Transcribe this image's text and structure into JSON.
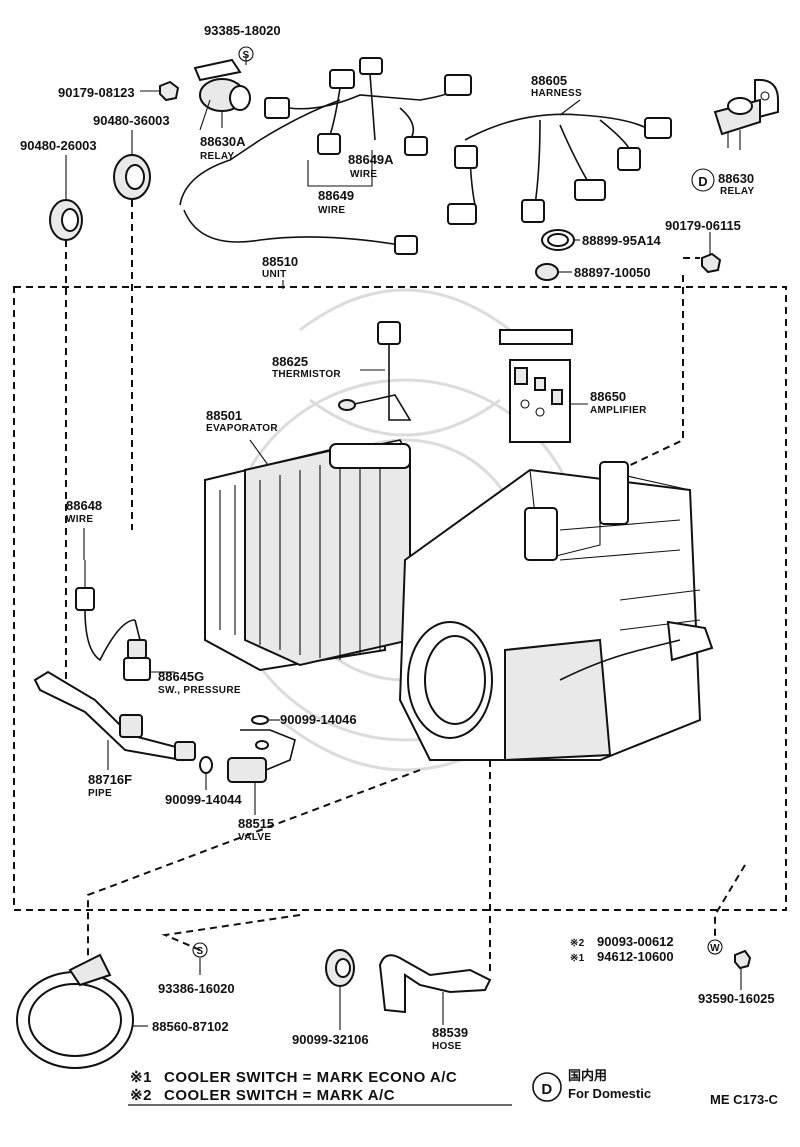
{
  "parts": [
    {
      "id": "p93385_18020",
      "number": "93385-18020"
    },
    {
      "id": "p90179_08123",
      "number": "90179-08123"
    },
    {
      "id": "p88630A",
      "number": "88630A",
      "name": "RELAY"
    },
    {
      "id": "p90480_36003",
      "number": "90480-36003"
    },
    {
      "id": "p90480_26003",
      "number": "90480-26003"
    },
    {
      "id": "p88649A",
      "number": "88649A",
      "name": "WIRE"
    },
    {
      "id": "p88649",
      "number": "88649",
      "name": "WIRE"
    },
    {
      "id": "p88605",
      "number": "88605",
      "name": "HARNESS"
    },
    {
      "id": "p88630",
      "number": "88630",
      "name": "RELAY",
      "marker": "D"
    },
    {
      "id": "p90179_06115",
      "number": "90179-06115"
    },
    {
      "id": "p88899_95A14",
      "number": "88899-95A14"
    },
    {
      "id": "p88897_10050",
      "number": "88897-10050"
    },
    {
      "id": "p88510",
      "number": "88510",
      "name": "UNIT"
    },
    {
      "id": "p88625",
      "number": "88625",
      "name": "THERMISTOR"
    },
    {
      "id": "p88650",
      "number": "88650",
      "name": "AMPLIFIER"
    },
    {
      "id": "p88501",
      "number": "88501",
      "name": "EVAPORATOR"
    },
    {
      "id": "p88648",
      "number": "88648",
      "name": "WIRE"
    },
    {
      "id": "p88645G",
      "number": "88645G",
      "name": "SW., PRESSURE"
    },
    {
      "id": "p90099_14046",
      "number": "90099-14046"
    },
    {
      "id": "p88716F",
      "number": "88716F",
      "name": "PIPE"
    },
    {
      "id": "p90099_14044",
      "number": "90099-14044"
    },
    {
      "id": "p88515",
      "number": "88515",
      "name": "VALVE"
    },
    {
      "id": "p93386_16020",
      "number": "93386-16020"
    },
    {
      "id": "p88560_87102",
      "number": "88560-87102"
    },
    {
      "id": "p90099_32106",
      "number": "90099-32106"
    },
    {
      "id": "p88539",
      "number": "88539",
      "name": "HOSE"
    },
    {
      "id": "p90093_00612",
      "number": "90093-00612",
      "note": "※2"
    },
    {
      "id": "p94612_10600",
      "number": "94612-10600",
      "note": "※1"
    },
    {
      "id": "p93590_16025",
      "number": "93590-16025"
    }
  ],
  "small_markers": {
    "s1": "S",
    "s2": "S",
    "w": "W"
  },
  "notes": [
    {
      "mark": "※1",
      "text": "COOLER SWITCH = MARK ECONO A/C"
    },
    {
      "mark": "※2",
      "text": "COOLER SWITCH = MARK A/C"
    }
  ],
  "legend": {
    "marker": "D",
    "japanese": "国内用",
    "english": "For Domestic"
  },
  "figure_code": "ME  C173-C"
}
